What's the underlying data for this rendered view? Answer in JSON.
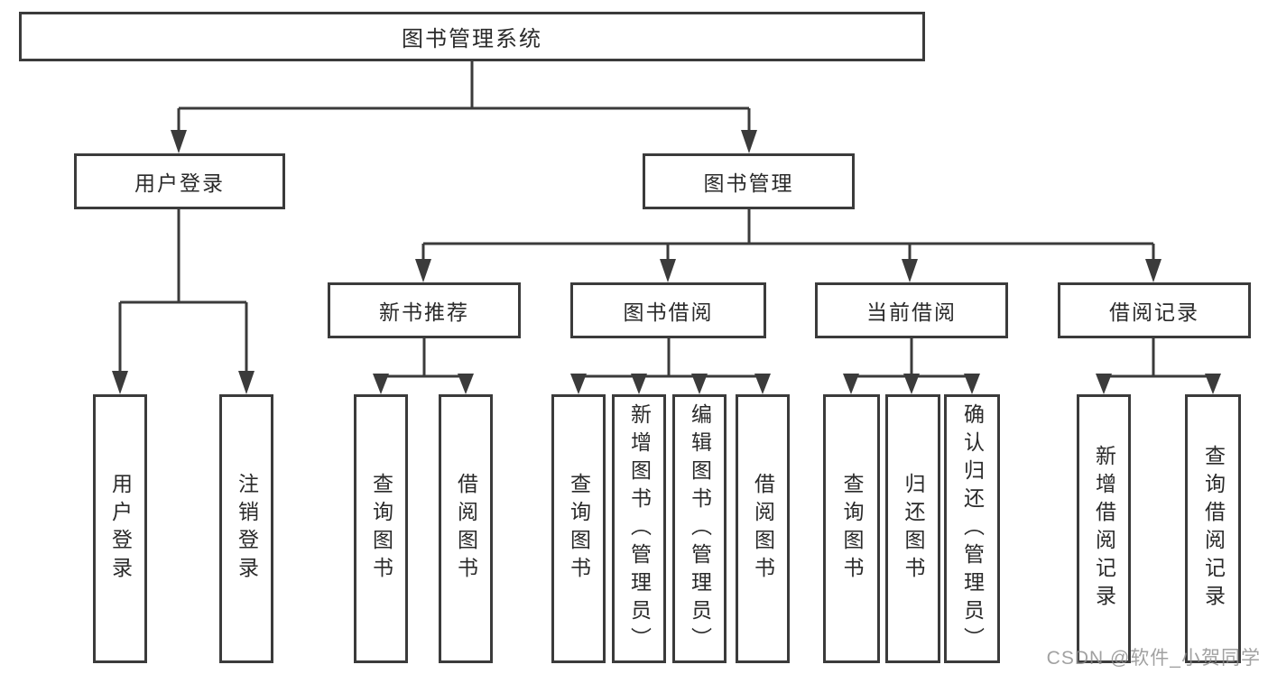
{
  "diagram": {
    "root": {
      "label": "图书管理系统"
    },
    "level2": [
      {
        "label": "用户登录"
      },
      {
        "label": "图书管理"
      }
    ],
    "level3": [
      {
        "label": "新书推荐"
      },
      {
        "label": "图书借阅"
      },
      {
        "label": "当前借阅"
      },
      {
        "label": "借阅记录"
      }
    ],
    "leaves": [
      {
        "label": "用户登录"
      },
      {
        "label": "注销登录"
      },
      {
        "label": "查询图书"
      },
      {
        "label": "借阅图书"
      },
      {
        "label": "查询图书"
      },
      {
        "label": "新增图书（管理员）"
      },
      {
        "label": "编辑图书（管理员）"
      },
      {
        "label": "借阅图书"
      },
      {
        "label": "查询图书"
      },
      {
        "label": "归还图书"
      },
      {
        "label": "确认归还（管理员）"
      },
      {
        "label": "新增借阅记录"
      },
      {
        "label": "查询借阅记录"
      }
    ],
    "watermark": "CSDN @软件_小贺同学",
    "colors": {
      "line": "#3b3b3b",
      "text": "#2a2a2a",
      "background": "#ffffff",
      "watermark": "#8c8c8c"
    }
  }
}
